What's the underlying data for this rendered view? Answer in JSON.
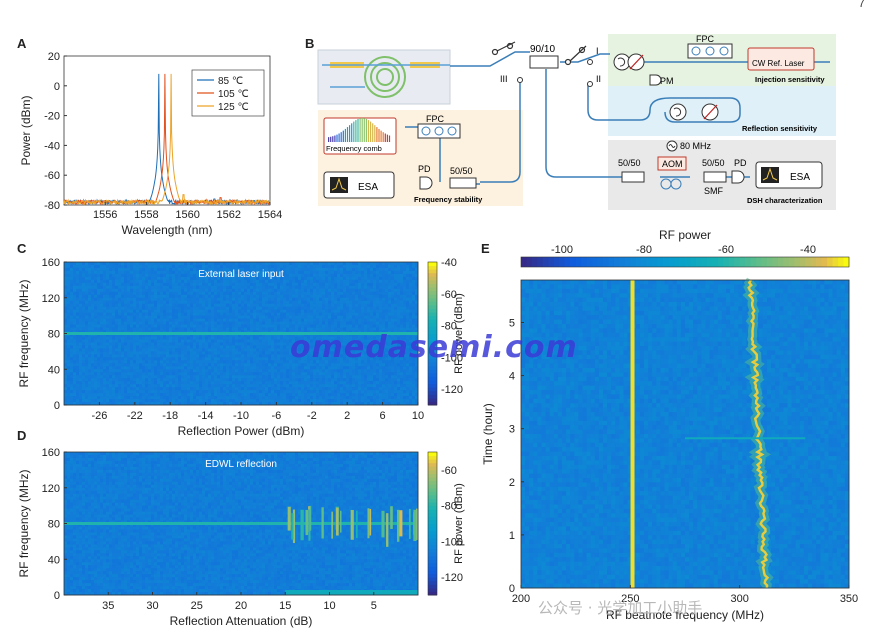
{
  "page_number": "7",
  "panel_labels": {
    "a": "A",
    "b": "B",
    "c": "C",
    "d": "D",
    "e": "E"
  },
  "watermark": "omedasemi.com",
  "wechat_caption": "公众号 · 光学加工小助手",
  "schematic": {
    "coupler_90_10": "90/10",
    "port_I": "I",
    "port_II": "II",
    "port_III": "III",
    "fpc_top": "FPC",
    "pm": "PM",
    "cw_laser": "CW Ref. Laser",
    "injection_sensitivity": "Injection sensitivity",
    "reflection_sensitivity": "Reflection sensitivity",
    "fpc_left": "FPC",
    "frequency_comb": "Frequency comb",
    "pd_left": "PD",
    "coupler_50_50_left": "50/50",
    "esa_left": "ESA",
    "frequency_stability": "Frequency stability",
    "rf_80": "80 MHz",
    "coupler_50_50_dsh_a": "50/50",
    "aom": "AOM",
    "coupler_50_50_dsh_b": "50/50",
    "pd_dsh": "PD",
    "esa_dsh": "ESA",
    "smf": "SMF",
    "dsh_characterization": "DSH characterization"
  },
  "chart_data": [
    {
      "id": "A",
      "type": "line",
      "xlabel": "Wavelength (nm)",
      "ylabel": "Power (dBm)",
      "xlim": [
        1554,
        1564
      ],
      "ylim": [
        -80,
        20
      ],
      "xticks": [
        1556,
        1558,
        1560,
        1562,
        1564
      ],
      "yticks": [
        -80,
        -60,
        -40,
        -20,
        0,
        20
      ],
      "legend_position": "top-right",
      "series": [
        {
          "name": "85 ℃",
          "color": "#1f6fb6",
          "peak_x": 1558.6,
          "peak_y": 8,
          "sidemode_x": 1561.3,
          "sidemode_y": -76
        },
        {
          "name": "105 ℃",
          "color": "#e0531f",
          "peak_x": 1558.9,
          "peak_y": 8,
          "sidemode_x": 1561.6,
          "sidemode_y": -75
        },
        {
          "name": "125 ℃",
          "color": "#eca42a",
          "peak_x": 1559.2,
          "peak_y": 8,
          "sidemode_x": 1559.8,
          "sidemode_y": -73
        }
      ],
      "noise_floor": -78
    },
    {
      "id": "C",
      "type": "heatmap",
      "title": "External laser input",
      "xlabel": "Reflection Power (dBm)",
      "ylabel": "RF frequency (MHz)",
      "xlim": [
        -30,
        10
      ],
      "ylim": [
        0,
        160
      ],
      "xticks": [
        -26,
        -22,
        -18,
        -14,
        -10,
        -6,
        -2,
        2,
        6,
        10
      ],
      "yticks": [
        0,
        40,
        80,
        120,
        160
      ],
      "line_frequency": 80,
      "colorbar": {
        "label": "RF power (dBm)",
        "ticks": [
          -40,
          -60,
          -80,
          -100,
          -120
        ],
        "min": -130,
        "max": -40
      }
    },
    {
      "id": "D",
      "type": "heatmap",
      "title": "EDWL reflection",
      "xlabel": "Reflection Attenuation (dB)",
      "ylabel": "RF frequency (MHz)",
      "xlim": [
        40,
        0
      ],
      "ylim": [
        0,
        160
      ],
      "xticks": [
        35,
        30,
        25,
        20,
        15,
        10,
        5
      ],
      "yticks": [
        0,
        40,
        80,
        120,
        160
      ],
      "line_frequency": 80,
      "unstable_below_attenuation": 15,
      "colorbar": {
        "label": "RF power (dBm)",
        "ticks": [
          -60,
          -80,
          -100,
          -120
        ],
        "min": -130,
        "max": -50
      }
    },
    {
      "id": "E",
      "type": "heatmap",
      "xlabel": "RF beatnote frequency (MHz)",
      "ylabel": "Time (hour)",
      "xlim": [
        200,
        350
      ],
      "ylim": [
        0,
        5.8
      ],
      "xticks": [
        200,
        250,
        300,
        350
      ],
      "yticks": [
        0,
        1,
        2,
        3,
        4,
        5
      ],
      "reference_line_mhz": 251,
      "drift_start_mhz": 312,
      "drift_end_mhz": 305,
      "colorbar": {
        "label": "RF power",
        "ticks": [
          -100,
          -80,
          -60,
          -40
        ],
        "min": -110,
        "max": -30
      }
    }
  ]
}
